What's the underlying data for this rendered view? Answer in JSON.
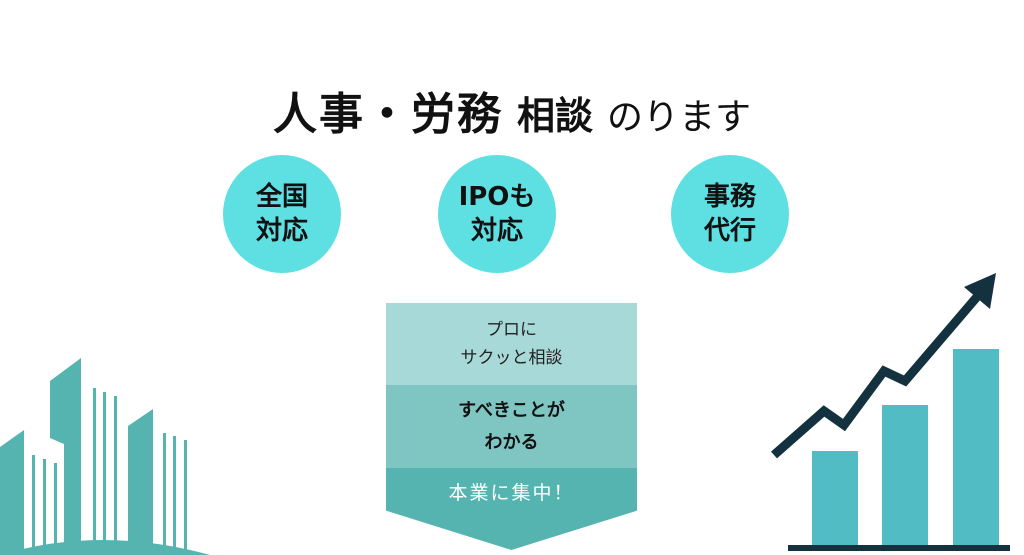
{
  "title": {
    "part1": "人事・労務",
    "part2": "相談",
    "part3": "のります"
  },
  "features": [
    {
      "line1": "全国",
      "line2": "対応"
    },
    {
      "line1": "IPOも",
      "line2": "対応"
    },
    {
      "line1": "事務",
      "line2": "代行"
    }
  ],
  "funnel": {
    "step1": {
      "line1": "プロに",
      "line2": "サクッと相談"
    },
    "step2": {
      "line1": "すべきことが",
      "line2": "わかる"
    },
    "step3": "本業に集中！"
  },
  "colors": {
    "circle": "#5ee0e3",
    "teal": "#55b4b0",
    "bar": "#52bcc4",
    "dark": "#14313f"
  }
}
